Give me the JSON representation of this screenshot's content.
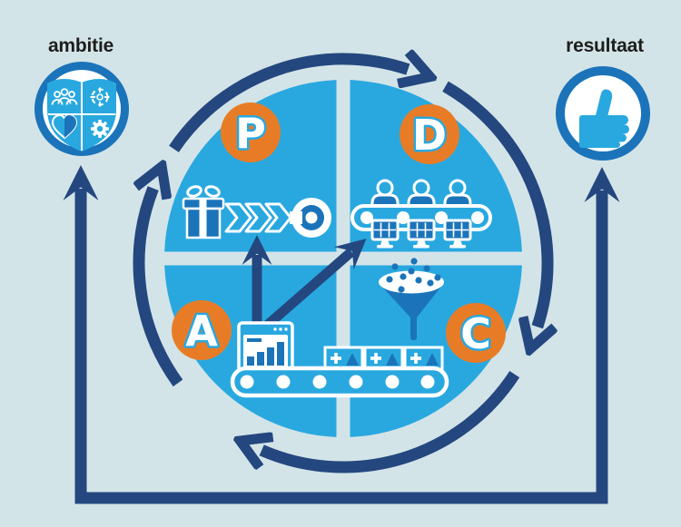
{
  "colors": {
    "bg": "#d3e4e8",
    "bright": "#29a8e0",
    "medium": "#1b74ba",
    "navy": "#24477f",
    "orange": "#e87c26",
    "white": "#ffffff",
    "label": "#1d1d1b"
  },
  "badges": {
    "ambition": {
      "label": "ambitie",
      "icon": "values-shield-icon"
    },
    "result": {
      "label": "resultaat",
      "icon": "thumbs-up-icon"
    }
  },
  "cycle": {
    "quadrants": [
      {
        "id": "plan",
        "letter": "P",
        "icon": "gift-to-goal-icon"
      },
      {
        "id": "do",
        "letter": "D",
        "icon": "team-at-workstations-icon"
      },
      {
        "id": "check",
        "letter": "C",
        "icon": "funnel-filter-icon"
      },
      {
        "id": "act",
        "letter": "A",
        "icon": "chart-on-conveyor-icon"
      }
    ]
  }
}
